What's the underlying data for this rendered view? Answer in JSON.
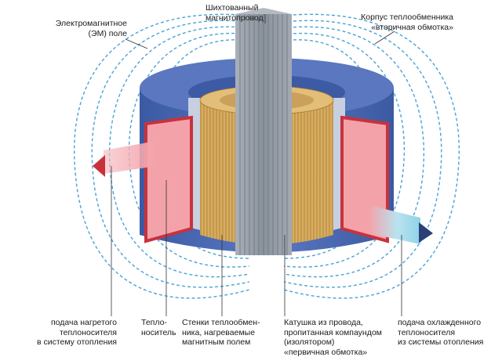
{
  "labels": {
    "em_field": "Электромагнитное\n(ЭМ) поле",
    "core": "Шихтованный\nмагнитопровод",
    "housing": "Корпус теплообменника\n«вторичная обмотка»",
    "hot_supply": "подача нагретого\nтеплоносителя\nв систему отопления",
    "coolant": "Тепло-\nноситель",
    "walls": "Стенки теплообмен-\nника, нагреваемые\nмагнитным полем",
    "coil": "Катушка из провода,\nпропитанная компаундом\n(изолятором)\n«первичная обмотка»",
    "cold_supply": "подача охлажденного\nтеплоносителя\nиз системы отопления"
  },
  "colors": {
    "housing_blue": "#4a68b0",
    "coolant_pink": "#f4a2aa",
    "outline_red": "#c8323c",
    "coil_gold": "#d7b064",
    "core_gray": "#8d959f",
    "field_lines": "#4aa3d6",
    "hot_arrow": "#c8323c",
    "cold_arrow": "#2b3f78"
  }
}
